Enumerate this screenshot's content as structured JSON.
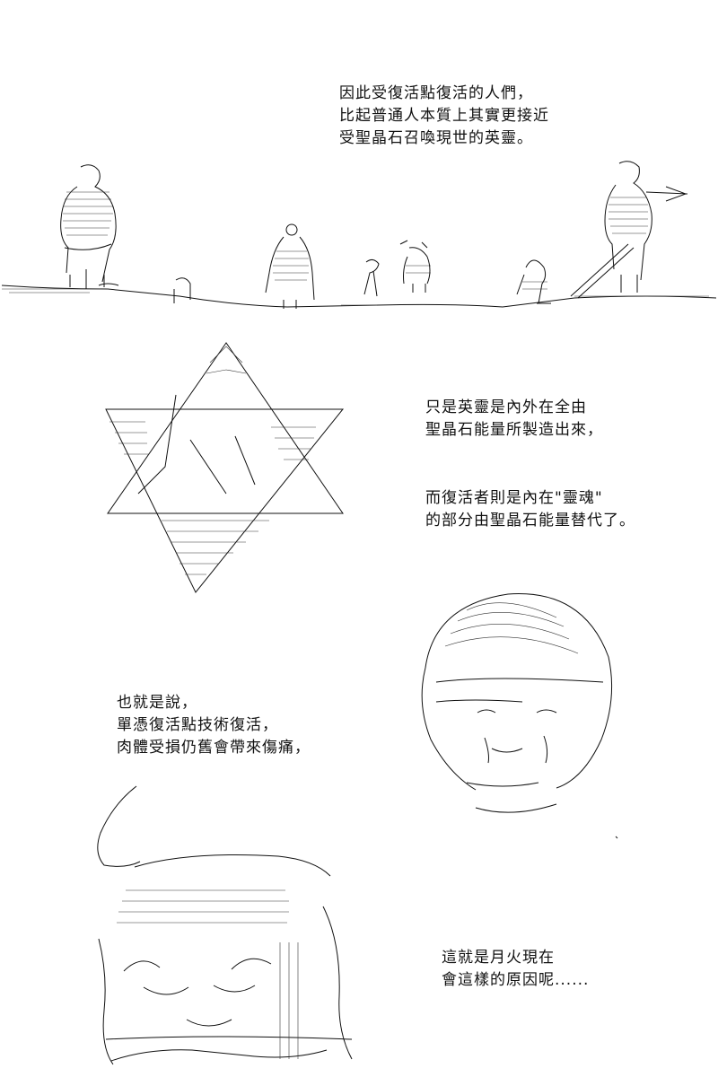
{
  "panels": {
    "heroes_row": {
      "caption": [
        "因此受復活點復活的人們，",
        "比起普通人本質上其實更接近",
        "受聖晶石召喚現世的英靈。"
      ]
    },
    "star_crystal": {
      "caption_a": [
        "只是英靈是內外在全由",
        "聖晶石能量所製造出來，"
      ],
      "caption_b": [
        "而復活者則是內在\"靈魂\"",
        "的部分由聖晶石能量替代了。"
      ]
    },
    "crying_girl": {
      "caption": [
        "也就是說，",
        "單憑復活點技術復活，",
        "肉體受損仍舊會帶來傷痛，"
      ]
    },
    "sleeping_girl": {
      "caption": [
        "這就是月火現在",
        "會這樣的原因呢......"
      ]
    }
  }
}
